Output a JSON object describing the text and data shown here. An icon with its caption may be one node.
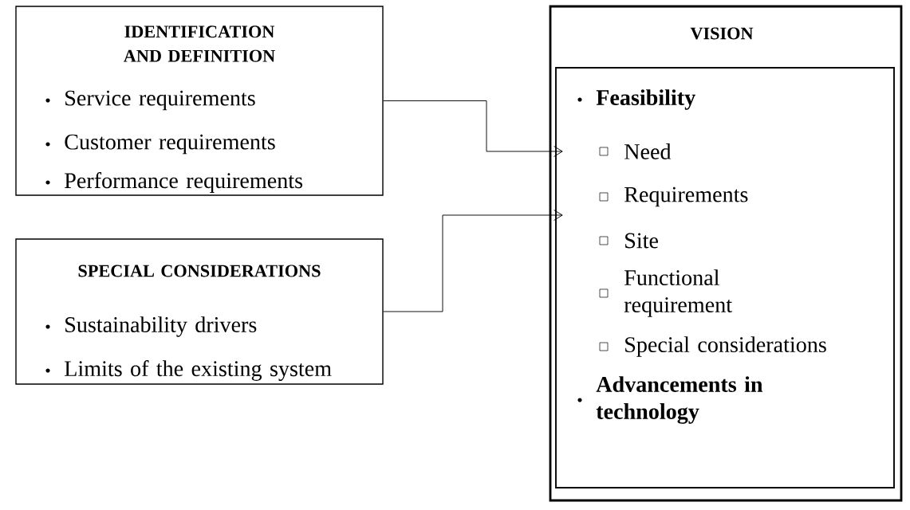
{
  "diagram": {
    "nodes": [
      {
        "text": [
          "IDENTIFICATION AND DEFINITION",
          "Service requirements",
          "Customer requirements",
          "Performance requirements"
        ]
      },
      {
        "text": [
          "SPECIAL CONSIDERATIONS",
          "Sustainability drivers",
          "Limits of the existing system"
        ]
      },
      {
        "text": [
          "VISION"
        ]
      },
      {
        "text": [
          "Feasibility",
          "Need",
          "Requirements",
          "Site",
          "Functional requirement",
          "Special considerations",
          "Advancements in technology"
        ],
        "in": 2
      }
    ],
    "edges": [
      {
        "from": 0,
        "to": 3,
        "arrow": "to"
      },
      {
        "from": 1,
        "to": 3,
        "arrow": "to"
      }
    ]
  }
}
